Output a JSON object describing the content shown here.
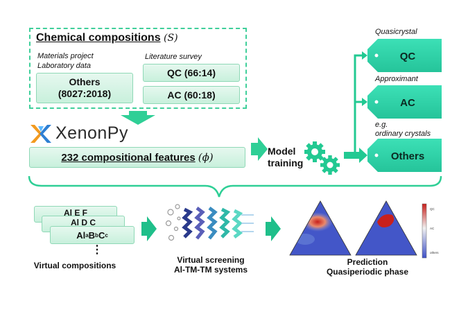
{
  "compositions": {
    "title": "Chemical compositions",
    "title_symbol": "(S)",
    "mp_line1": "Materials project",
    "mp_line2": "Laboratory data",
    "others_label": "Others",
    "others_ratio": "(8027:2018)",
    "lit_label": "Literature survey",
    "qc_box": "QC (66:14)",
    "ac_box": "AC (60:18)"
  },
  "xenonpy": {
    "logo_text": "XenonPy",
    "features_label": "232 compositional features",
    "features_symbol": "(ϕ)"
  },
  "model": {
    "line1": "Model",
    "line2": "training"
  },
  "outputs": [
    {
      "caption_line1": "Quasicrystal",
      "caption_line2": "",
      "label": "QC"
    },
    {
      "caption_line1": "Approximant",
      "caption_line2": "",
      "label": "AC"
    },
    {
      "caption_line1": "e.g.",
      "caption_line2": "ordinary crystals",
      "label": "Others"
    }
  ],
  "virtual": {
    "cards": [
      "AlEF",
      "AlDC",
      "Al_aB_bC_c"
    ],
    "card_main_text": "Al",
    "card_sub_a": "a",
    "card_B": "B",
    "card_sub_b": "b",
    "card_C": "C",
    "card_sub_c": "c",
    "card_back1": "Al E F",
    "card_back2": "Al D C",
    "dots": "⋮",
    "caption": "Virtual compositions"
  },
  "screening": {
    "line1": "Virtual screening",
    "line2": "Al-TM-TM systems"
  },
  "prediction": {
    "line1": "Prediction",
    "line2": "Quasiperiodic phase",
    "colorbar_labels": [
      "QC",
      "AC",
      "others"
    ]
  },
  "colors": {
    "teal": "#2fd3a8",
    "arrow_green": "#1fbf8a",
    "box_border": "#2fbf8a",
    "heat_blue": "#3f51c8",
    "heat_red": "#c8201c"
  }
}
